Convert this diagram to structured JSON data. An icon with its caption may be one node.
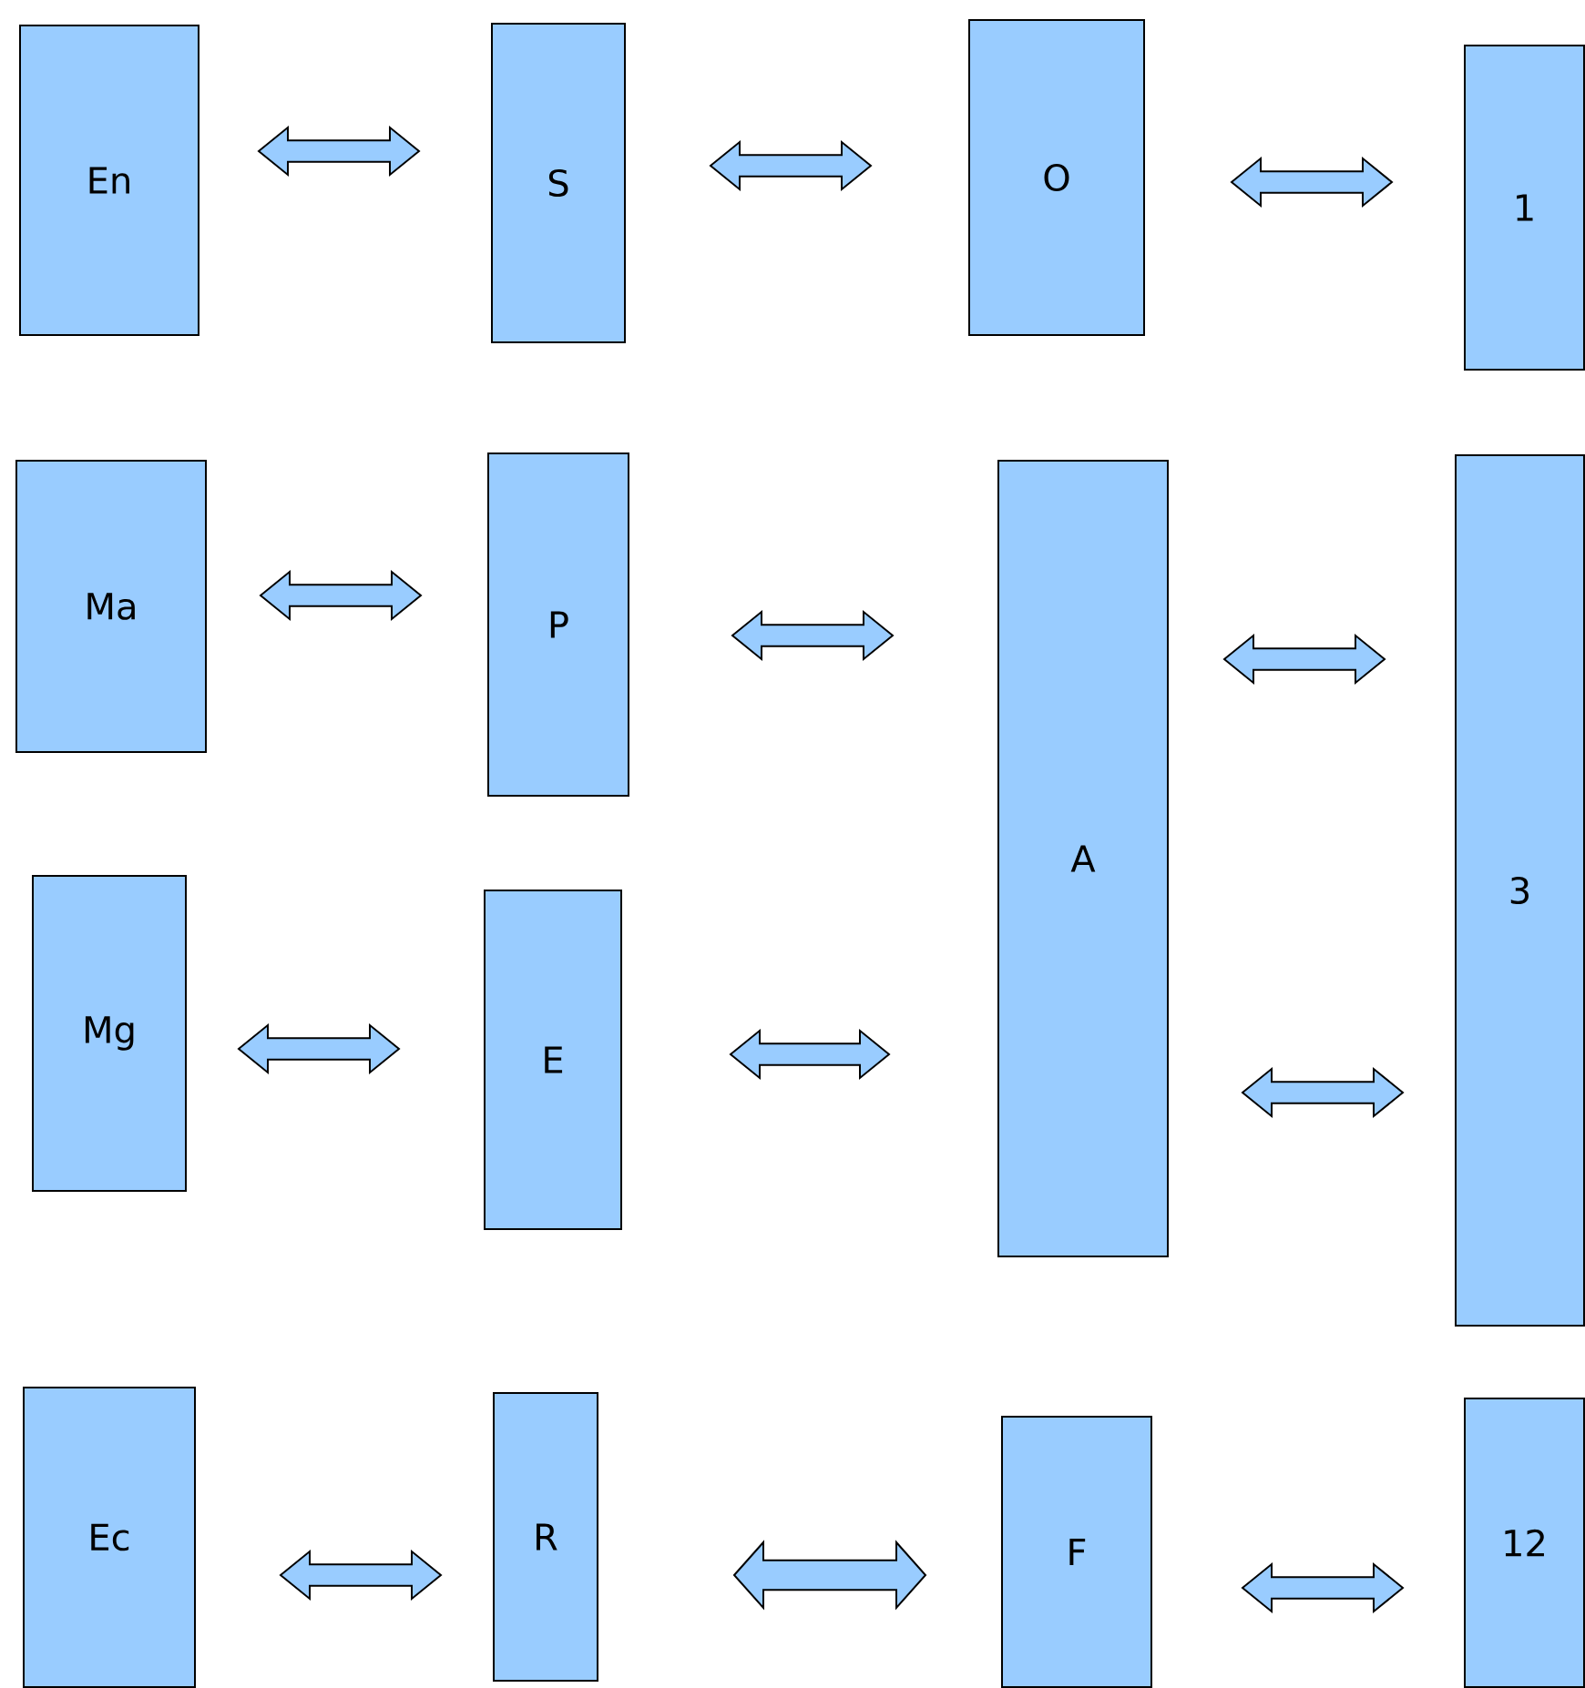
{
  "diagram": {
    "nodes": [
      {
        "text": [
          "En"
        ]
      },
      {
        "text": [
          "S"
        ]
      },
      {
        "text": [
          "O"
        ]
      },
      {
        "text": [
          "1"
        ]
      },
      {
        "text": [
          "Ma"
        ]
      },
      {
        "text": [
          "P"
        ]
      },
      {
        "text": [
          "A"
        ]
      },
      {
        "text": [
          "3"
        ]
      },
      {
        "text": [
          "Mg"
        ]
      },
      {
        "text": [
          "E"
        ]
      },
      {
        "text": [
          "Ec"
        ]
      },
      {
        "text": [
          "R"
        ]
      },
      {
        "text": [
          "F"
        ]
      },
      {
        "text": [
          "12"
        ]
      }
    ],
    "edges": [
      {
        "from": 0,
        "to": 1,
        "arrow": "both"
      },
      {
        "from": 1,
        "to": 2,
        "arrow": "both"
      },
      {
        "from": 2,
        "to": 3,
        "arrow": "both"
      },
      {
        "from": 4,
        "to": 5,
        "arrow": "both"
      },
      {
        "from": 5,
        "to": 6,
        "arrow": "both"
      },
      {
        "from": 6,
        "to": 7,
        "arrow": "both"
      },
      {
        "from": 8,
        "to": 9,
        "arrow": "both"
      },
      {
        "from": 9,
        "to": 6,
        "arrow": "both"
      },
      {
        "from": 6,
        "to": 7,
        "arrow": "both"
      },
      {
        "from": 10,
        "to": 11,
        "arrow": "both"
      },
      {
        "from": 11,
        "to": 12,
        "arrow": "both"
      },
      {
        "from": 12,
        "to": 13,
        "arrow": "both"
      }
    ]
  }
}
